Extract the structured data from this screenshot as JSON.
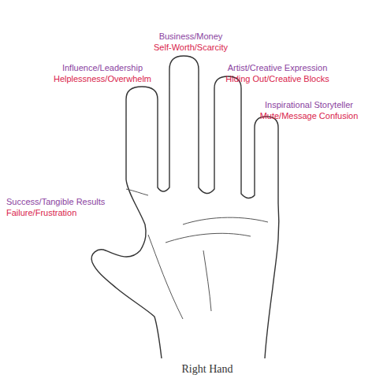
{
  "diagram": {
    "caption": "Right Hand",
    "labels": [
      "Business/Money",
      "Self-Worth/Scarcity",
      "Influence/Leadership",
      "Helplessness/Overwhelm",
      "Artist/Creative Expression",
      "Hiding Out/Creative Blocks",
      "Inspirational Storyteller",
      "Mute/Message Confusion",
      "Success/Tangible Results",
      "Failure/Frustration"
    ]
  }
}
